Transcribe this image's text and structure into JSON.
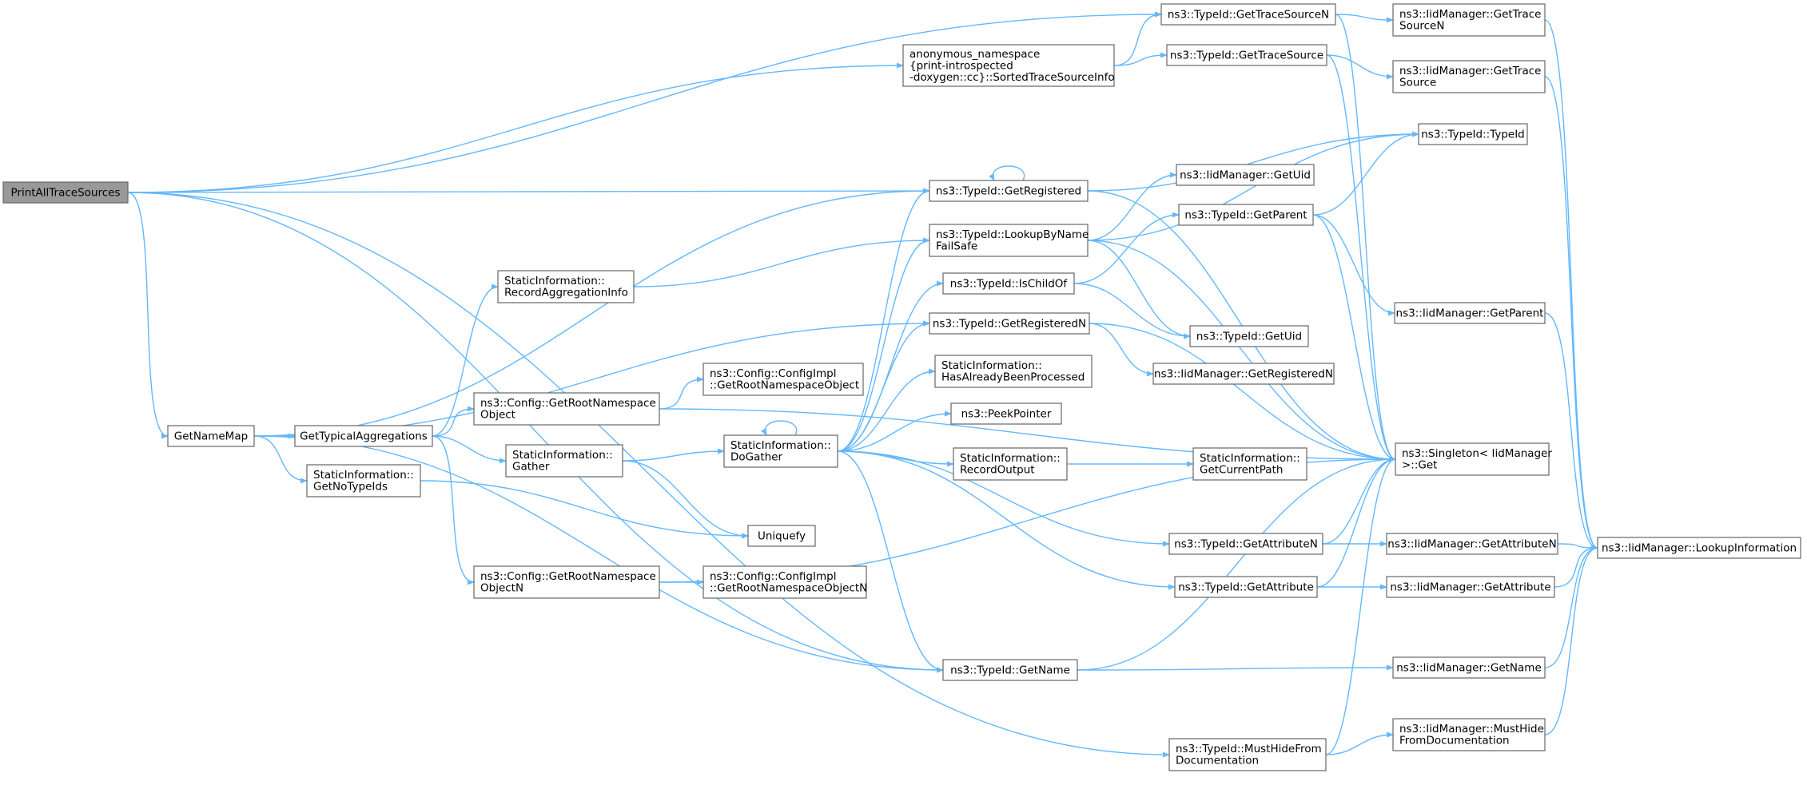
{
  "colors": {
    "edge": "#63b8ff",
    "node_fill": "#ffffff",
    "node_border": "#666666",
    "root_fill": "#999999",
    "text": "#000000"
  },
  "nodes": [
    {
      "id": "PrintAllTraceSources",
      "lines": [
        "PrintAllTraceSources"
      ],
      "root": true
    },
    {
      "id": "GetNameMap",
      "lines": [
        "GetNameMap"
      ]
    },
    {
      "id": "SortedTraceSourceInfo",
      "lines": [
        "anonymous_namespace",
        "{print-introspected",
        "-doxygen::cc}::SortedTraceSourceInfo"
      ]
    },
    {
      "id": "TypeId_GetTraceSourceN",
      "lines": [
        "ns3::TypeId::GetTraceSourceN"
      ]
    },
    {
      "id": "TypeId_GetTraceSource",
      "lines": [
        "ns3::TypeId::GetTraceSource"
      ]
    },
    {
      "id": "IidManager_GetTraceSourceN",
      "lines": [
        "ns3::IidManager::GetTrace",
        "SourceN"
      ]
    },
    {
      "id": "IidManager_GetTraceSource",
      "lines": [
        "ns3::IidManager::GetTrace",
        "Source"
      ]
    },
    {
      "id": "TypeId_TypeId",
      "lines": [
        "ns3::TypeId::TypeId"
      ]
    },
    {
      "id": "TypeId_GetRegistered",
      "lines": [
        "ns3::TypeId::GetRegistered"
      ]
    },
    {
      "id": "IidManager_GetUid",
      "lines": [
        "ns3::IidManager::GetUid"
      ]
    },
    {
      "id": "TypeId_LookupByNameFailSafe",
      "lines": [
        "ns3::TypeId::LookupByName",
        "FailSafe"
      ]
    },
    {
      "id": "TypeId_GetParent",
      "lines": [
        "ns3::TypeId::GetParent"
      ]
    },
    {
      "id": "RecordAggregationInfo",
      "lines": [
        "StaticInformation::",
        "RecordAggregationInfo"
      ]
    },
    {
      "id": "TypeId_IsChildOf",
      "lines": [
        "ns3::TypeId::IsChildOf"
      ]
    },
    {
      "id": "IidManager_GetParent",
      "lines": [
        "ns3::IidManager::GetParent"
      ]
    },
    {
      "id": "TypeId_GetRegisteredN",
      "lines": [
        "ns3::TypeId::GetRegisteredN"
      ]
    },
    {
      "id": "TypeId_GetUid",
      "lines": [
        "ns3::TypeId::GetUid"
      ]
    },
    {
      "id": "IidManager_GetRegisteredN",
      "lines": [
        "ns3::IidManager::GetRegisteredN"
      ]
    },
    {
      "id": "ConfigImpl_GetRootNamespaceObject",
      "lines": [
        "ns3::Config::ConfigImpl",
        "::GetRootNamespaceObject"
      ]
    },
    {
      "id": "HasAlreadyBeenProcessed",
      "lines": [
        "StaticInformation::",
        "HasAlreadyBeenProcessed"
      ]
    },
    {
      "id": "Config_GetRootNamespaceObject",
      "lines": [
        "ns3::Config::GetRootNamespace",
        "Object"
      ]
    },
    {
      "id": "PeekPointer",
      "lines": [
        "ns3::PeekPointer"
      ]
    },
    {
      "id": "GetTypicalAggregations",
      "lines": [
        "GetTypicalAggregations"
      ]
    },
    {
      "id": "DoGather",
      "lines": [
        "StaticInformation::",
        "DoGather"
      ]
    },
    {
      "id": "Gather",
      "lines": [
        "StaticInformation::",
        "Gather"
      ]
    },
    {
      "id": "Singleton_Get",
      "lines": [
        "ns3::Singleton< IidManager",
        ">::Get"
      ]
    },
    {
      "id": "RecordOutput",
      "lines": [
        "StaticInformation::",
        "RecordOutput"
      ]
    },
    {
      "id": "GetCurrentPath",
      "lines": [
        "StaticInformation::",
        "GetCurrentPath"
      ]
    },
    {
      "id": "GetNoTypeIds",
      "lines": [
        "StaticInformation::",
        "GetNoTypeIds"
      ]
    },
    {
      "id": "Uniquefy",
      "lines": [
        "Uniquefy"
      ]
    },
    {
      "id": "TypeId_GetAttributeN",
      "lines": [
        "ns3::TypeId::GetAttributeN"
      ]
    },
    {
      "id": "IidManager_GetAttributeN",
      "lines": [
        "ns3::IidManager::GetAttributeN"
      ]
    },
    {
      "id": "IidManager_LookupInformation",
      "lines": [
        "ns3::IidManager::LookupInformation"
      ]
    },
    {
      "id": "Config_GetRootNamespaceObjectN",
      "lines": [
        "ns3::Config::GetRootNamespace",
        "ObjectN"
      ]
    },
    {
      "id": "ConfigImpl_GetRootNamespaceObjectN",
      "lines": [
        "ns3::Config::ConfigImpl",
        "::GetRootNamespaceObjectN"
      ]
    },
    {
      "id": "TypeId_GetAttribute",
      "lines": [
        "ns3::TypeId::GetAttribute"
      ]
    },
    {
      "id": "IidManager_GetAttribute",
      "lines": [
        "ns3::IidManager::GetAttribute"
      ]
    },
    {
      "id": "TypeId_GetName",
      "lines": [
        "ns3::TypeId::GetName"
      ]
    },
    {
      "id": "IidManager_GetName",
      "lines": [
        "ns3::IidManager::GetName"
      ]
    },
    {
      "id": "TypeId_MustHideFromDocumentation",
      "lines": [
        "ns3::TypeId::MustHideFrom",
        "Documentation"
      ]
    },
    {
      "id": "IidManager_MustHideFromDocumentation",
      "lines": [
        "ns3::IidManager::MustHide",
        "FromDocumentation"
      ]
    }
  ],
  "edges": [
    [
      "PrintAllTraceSources",
      "TypeId_GetTraceSourceN"
    ],
    [
      "PrintAllTraceSources",
      "SortedTraceSourceInfo"
    ],
    [
      "PrintAllTraceSources",
      "TypeId_GetRegistered"
    ],
    [
      "PrintAllTraceSources",
      "GetNameMap"
    ],
    [
      "PrintAllTraceSources",
      "TypeId_GetName"
    ],
    [
      "PrintAllTraceSources",
      "TypeId_MustHideFromDocumentation"
    ],
    [
      "SortedTraceSourceInfo",
      "TypeId_GetTraceSourceN"
    ],
    [
      "SortedTraceSourceInfo",
      "TypeId_GetTraceSource"
    ],
    [
      "TypeId_GetTraceSourceN",
      "IidManager_GetTraceSourceN"
    ],
    [
      "TypeId_GetTraceSourceN",
      "Singleton_Get"
    ],
    [
      "TypeId_GetTraceSource",
      "IidManager_GetTraceSource"
    ],
    [
      "TypeId_GetTraceSource",
      "Singleton_Get"
    ],
    [
      "IidManager_GetTraceSourceN",
      "IidManager_LookupInformation"
    ],
    [
      "IidManager_GetTraceSource",
      "IidManager_LookupInformation"
    ],
    [
      "GetNameMap",
      "TypeId_GetRegistered"
    ],
    [
      "GetNameMap",
      "TypeId_GetRegisteredN"
    ],
    [
      "GetNameMap",
      "GetTypicalAggregations"
    ],
    [
      "GetNameMap",
      "GetNoTypeIds"
    ],
    [
      "GetNameMap",
      "TypeId_GetName"
    ],
    [
      "GetTypicalAggregations",
      "RecordAggregationInfo"
    ],
    [
      "GetTypicalAggregations",
      "Config_GetRootNamespaceObject"
    ],
    [
      "GetTypicalAggregations",
      "Gather"
    ],
    [
      "GetTypicalAggregations",
      "Config_GetRootNamespaceObjectN"
    ],
    [
      "RecordAggregationInfo",
      "TypeId_LookupByNameFailSafe"
    ],
    [
      "Config_GetRootNamespaceObject",
      "ConfigImpl_GetRootNamespaceObject"
    ],
    [
      "Config_GetRootNamespaceObject",
      "Singleton_Get"
    ],
    [
      "Config_GetRootNamespaceObjectN",
      "ConfigImpl_GetRootNamespaceObjectN"
    ],
    [
      "Config_GetRootNamespaceObjectN",
      "Singleton_Get"
    ],
    [
      "Gather",
      "DoGather"
    ],
    [
      "Gather",
      "Uniquefy"
    ],
    [
      "GetNoTypeIds",
      "Uniquefy"
    ],
    [
      "DoGather",
      "DoGather"
    ],
    [
      "DoGather",
      "TypeId_GetRegistered"
    ],
    [
      "DoGather",
      "TypeId_LookupByNameFailSafe"
    ],
    [
      "DoGather",
      "TypeId_IsChildOf"
    ],
    [
      "DoGather",
      "TypeId_GetRegisteredN"
    ],
    [
      "DoGather",
      "HasAlreadyBeenProcessed"
    ],
    [
      "DoGather",
      "PeekPointer"
    ],
    [
      "DoGather",
      "RecordOutput"
    ],
    [
      "DoGather",
      "TypeId_GetAttributeN"
    ],
    [
      "DoGather",
      "TypeId_GetAttribute"
    ],
    [
      "DoGather",
      "TypeId_GetName"
    ],
    [
      "TypeId_GetRegistered",
      "TypeId_GetRegistered"
    ],
    [
      "TypeId_GetRegistered",
      "TypeId_TypeId"
    ],
    [
      "TypeId_GetRegistered",
      "Singleton_Get"
    ],
    [
      "TypeId_LookupByNameFailSafe",
      "TypeId_TypeId"
    ],
    [
      "TypeId_LookupByNameFailSafe",
      "IidManager_GetUid"
    ],
    [
      "TypeId_LookupByNameFailSafe",
      "TypeId_GetUid"
    ],
    [
      "TypeId_LookupByNameFailSafe",
      "Singleton_Get"
    ],
    [
      "TypeId_IsChildOf",
      "TypeId_GetParent"
    ],
    [
      "TypeId_IsChildOf",
      "TypeId_GetUid"
    ],
    [
      "TypeId_GetParent",
      "TypeId_TypeId"
    ],
    [
      "TypeId_GetParent",
      "IidManager_GetParent"
    ],
    [
      "TypeId_GetParent",
      "Singleton_Get"
    ],
    [
      "IidManager_GetParent",
      "IidManager_LookupInformation"
    ],
    [
      "TypeId_GetRegisteredN",
      "IidManager_GetRegisteredN"
    ],
    [
      "TypeId_GetRegisteredN",
      "Singleton_Get"
    ],
    [
      "RecordOutput",
      "GetCurrentPath"
    ],
    [
      "TypeId_GetAttributeN",
      "IidManager_GetAttributeN"
    ],
    [
      "TypeId_GetAttributeN",
      "Singleton_Get"
    ],
    [
      "IidManager_GetAttributeN",
      "IidManager_LookupInformation"
    ],
    [
      "TypeId_GetAttribute",
      "IidManager_GetAttribute"
    ],
    [
      "TypeId_GetAttribute",
      "Singleton_Get"
    ],
    [
      "IidManager_GetAttribute",
      "IidManager_LookupInformation"
    ],
    [
      "TypeId_GetName",
      "IidManager_GetName"
    ],
    [
      "TypeId_GetName",
      "Singleton_Get"
    ],
    [
      "IidManager_GetName",
      "IidManager_LookupInformation"
    ],
    [
      "TypeId_MustHideFromDocumentation",
      "IidManager_MustHideFromDocumentation"
    ],
    [
      "TypeId_MustHideFromDocumentation",
      "Singleton_Get"
    ],
    [
      "IidManager_MustHideFromDocumentation",
      "IidManager_LookupInformation"
    ]
  ]
}
